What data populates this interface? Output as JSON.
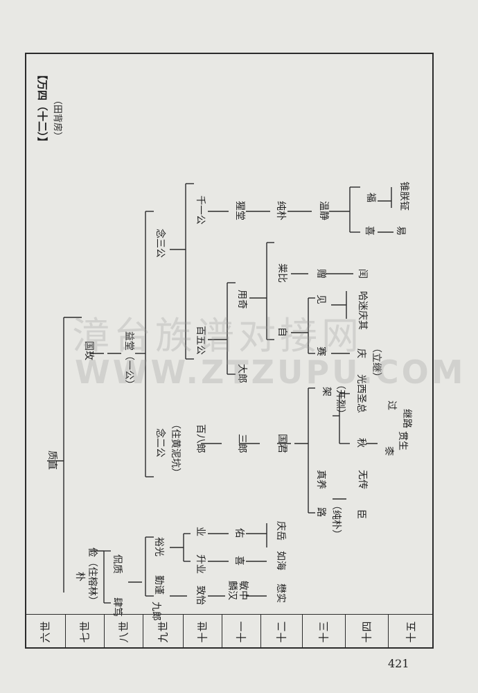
{
  "heading": {
    "title": "【万四（十二）】",
    "subtitle": "（田背房）"
  },
  "generations": [
    "六世",
    "七世",
    "八世",
    "九世",
    "十世",
    "十一",
    "十二",
    "十三",
    "十四",
    "十五"
  ],
  "nodes": {
    "zhizhi": "质直",
    "guomei": "国玫",
    "yitang": "益堂（一公）",
    "niansan": "念三公",
    "qianyi": "千一公",
    "xingtang": "猩堂",
    "chunpu": "纯朴",
    "wenjing": "温静",
    "fu": "福",
    "zhenzhang": "锥朕钲",
    "xi": "喜",
    "yi": "易",
    "baiwu": "百五公",
    "dalang": "大郎",
    "yongqi": "用奇",
    "zhou": "自",
    "bingbi": "粜比",
    "zeng": "赠",
    "run": "闰",
    "jian": "见",
    "hexian": "哈迷庆其",
    "sai": "赛",
    "qing": "庆",
    "lizhi": "（立继）",
    "nianer": "念二公",
    "zhuhuang": "（住黄泥坑）",
    "baiba": "百八郎",
    "sanlang": "三郎",
    "guojun": "国君",
    "jia": "架",
    "kailie": "（开烈）",
    "xiangxi": "光西圣总",
    "guo": "过",
    "jilu": "继路",
    "qiu": "秋",
    "guan": "贯生",
    "huo": "桼",
    "lu": "路",
    "chunpu2": "（纯朴）",
    "zhenyang": "真养",
    "wuchuan": "无传",
    "chen": "臣",
    "pu": "朴",
    "zhurong": "俭（住榕林）",
    "kanzhi": "侃质",
    "qinjin": "勤谨",
    "yuguang": "裕光",
    "ye": "业",
    "shengye": "升业",
    "you": "佑",
    "qingyue": "庆岳",
    "xi2": "喜",
    "ruhai": "如海",
    "zhiyi": "致怡",
    "linhan": "麟汉",
    "minzhong": "敏中",
    "maoshi": "懋实",
    "guduo": "肆笃",
    "jiulang": "九郎"
  },
  "watermark": {
    "line1": "漳台族谱对接网",
    "line2": "WWW.ZTZUPU.COM"
  },
  "page_number": "421"
}
